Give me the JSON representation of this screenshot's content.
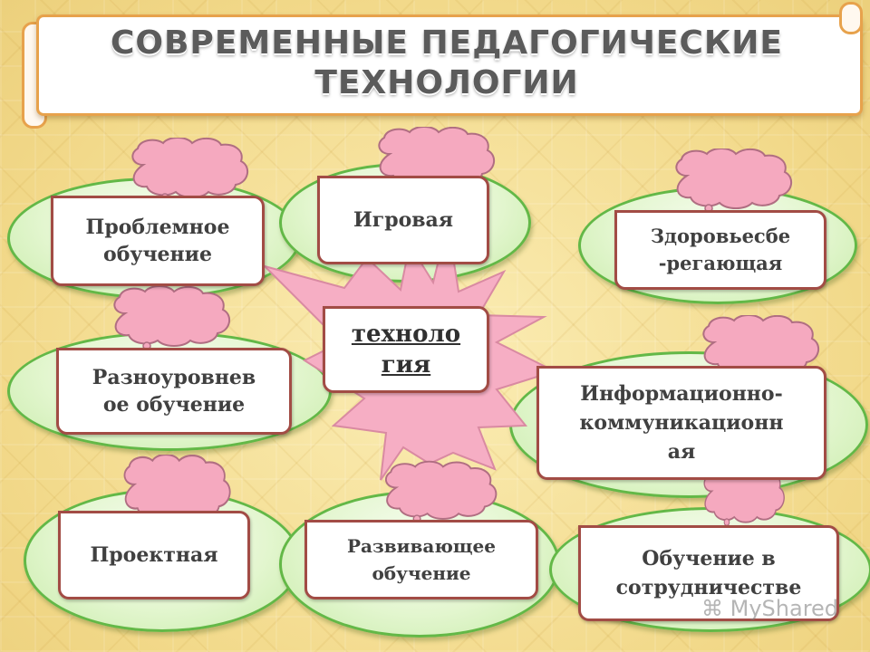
{
  "slide": {
    "title_line1": "СОВРЕМЕННЫЕ ПЕДАГОГИЧЕСКИЕ",
    "title_line2": "ТЕХНОЛОГИИ"
  },
  "center": {
    "label_line1": "техноло",
    "label_line2": "гия"
  },
  "nodes": {
    "problem": {
      "line1": "Проблемное",
      "line2": "обучение"
    },
    "game": {
      "line1": "Игровая"
    },
    "health": {
      "line1": "Здоровьесбе",
      "line2": "-регающая"
    },
    "multilevel": {
      "line1": "Разноуровнев",
      "line2": "ое обучение"
    },
    "ict": {
      "line1": "Информационно-",
      "line2": "коммуникационн",
      "line3": "ая"
    },
    "project": {
      "line1": "Проектная"
    },
    "developing": {
      "line1": "Развивающее",
      "line2": "обучение"
    },
    "cooperation": {
      "line1": "Обучение в",
      "line2": "сотрудничестве"
    }
  },
  "colors": {
    "background": "#f2d98a",
    "ellipse_border": "#63b847",
    "label_border": "#a24c45",
    "cloud_fill": "#f5a9bf",
    "burst_fill": "#f6aec4",
    "scroll_border": "#e7a24c"
  },
  "watermark": "MyShared"
}
